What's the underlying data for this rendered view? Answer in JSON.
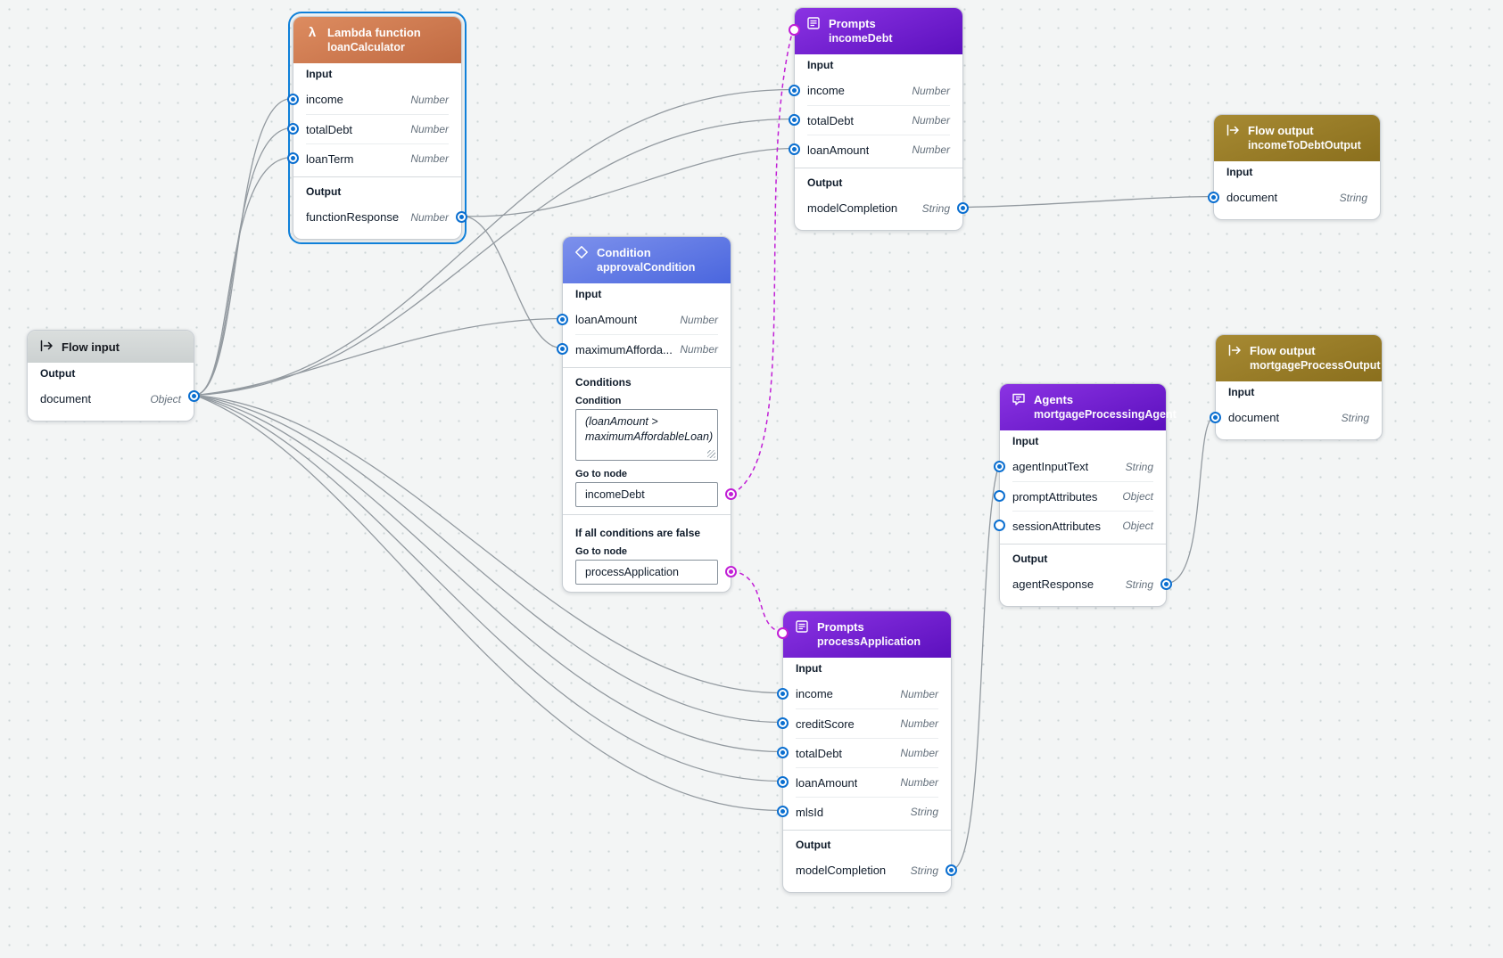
{
  "flow_input": {
    "title": "Flow input",
    "output_label": "Output",
    "rows": [
      {
        "name": "document",
        "type": "Object"
      }
    ]
  },
  "lambda": {
    "type_label": "Lambda function",
    "title": "loanCalculator",
    "input_label": "Input",
    "output_label": "Output",
    "inputs": [
      {
        "name": "income",
        "type": "Number"
      },
      {
        "name": "totalDebt",
        "type": "Number"
      },
      {
        "name": "loanTerm",
        "type": "Number"
      }
    ],
    "outputs": [
      {
        "name": "functionResponse",
        "type": "Number"
      }
    ]
  },
  "prompt_income_debt": {
    "type_label": "Prompts",
    "title": "incomeDebt",
    "input_label": "Input",
    "output_label": "Output",
    "inputs": [
      {
        "name": "income",
        "type": "Number"
      },
      {
        "name": "totalDebt",
        "type": "Number"
      },
      {
        "name": "loanAmount",
        "type": "Number"
      }
    ],
    "outputs": [
      {
        "name": "modelCompletion",
        "type": "String"
      }
    ]
  },
  "flow_output_income_to_debt": {
    "type_label": "Flow output",
    "title": "incomeToDebtOutput",
    "input_label": "Input",
    "inputs": [
      {
        "name": "document",
        "type": "String"
      }
    ]
  },
  "condition": {
    "type_label": "Condition",
    "title": "approvalCondition",
    "input_label": "Input",
    "inputs": [
      {
        "name": "loanAmount",
        "type": "Number"
      },
      {
        "name": "maximumAfforda...",
        "type": "Number"
      }
    ],
    "conditions_label": "Conditions",
    "condition_label": "Condition",
    "condition_expression": "(loanAmount > maximumAffordableLoan)",
    "goto_label": "Go to node",
    "goto_value": "incomeDebt",
    "false_section_label": "If all conditions are false",
    "false_goto_label": "Go to node",
    "false_goto_value": "processApplication"
  },
  "prompt_process_application": {
    "type_label": "Prompts",
    "title": "processApplication",
    "input_label": "Input",
    "output_label": "Output",
    "inputs": [
      {
        "name": "income",
        "type": "Number"
      },
      {
        "name": "creditScore",
        "type": "Number"
      },
      {
        "name": "totalDebt",
        "type": "Number"
      },
      {
        "name": "loanAmount",
        "type": "Number"
      },
      {
        "name": "mlsId",
        "type": "String"
      }
    ],
    "outputs": [
      {
        "name": "modelCompletion",
        "type": "String"
      }
    ]
  },
  "agents": {
    "type_label": "Agents",
    "title": "mortgageProcessingAgent",
    "input_label": "Input",
    "output_label": "Output",
    "inputs": [
      {
        "name": "agentInputText",
        "type": "String"
      },
      {
        "name": "promptAttributes",
        "type": "Object"
      },
      {
        "name": "sessionAttributes",
        "type": "Object"
      }
    ],
    "outputs": [
      {
        "name": "agentResponse",
        "type": "String"
      }
    ]
  },
  "flow_output_mortgage": {
    "type_label": "Flow output",
    "title": "mortgageProcessOutput",
    "input_label": "Input",
    "inputs": [
      {
        "name": "document",
        "type": "String"
      }
    ]
  },
  "icons": {
    "lambda_glyph": "λ"
  },
  "colors": {
    "lambda_header": "#d08050",
    "prompts_header": "#7a1fd6",
    "condition_header": "#5a74e4",
    "flow_output_header": "#97791f",
    "flow_input_header": "#d5d9d9",
    "port_blue": "#0b6fd0",
    "port_magenta": "#c11fd6",
    "edge_gray": "#939aa0",
    "selection_blue": "#0f80d9"
  }
}
